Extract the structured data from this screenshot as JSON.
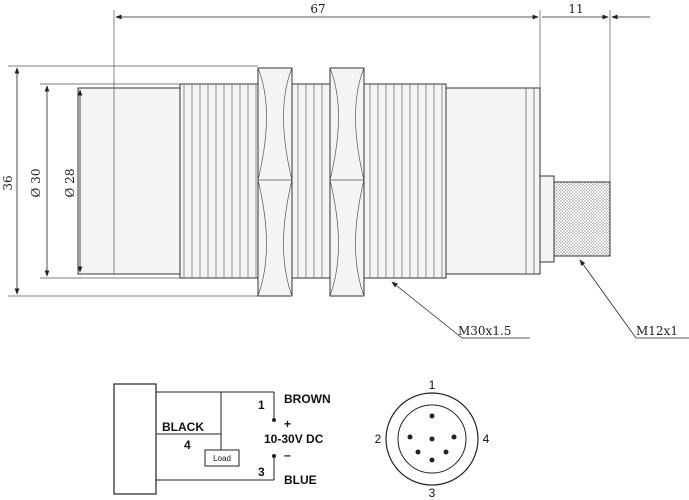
{
  "dimensions": {
    "length_total": "67",
    "connector_length": "11",
    "height_overall": "36",
    "diameter_outer": "Ø 30",
    "diameter_inner": "Ø 28",
    "thread_main": "M30x1.5",
    "thread_connector": "M12x1"
  },
  "wiring": {
    "wire_1_color": "BROWN",
    "wire_1_pin": "1",
    "wire_1_polarity": "+",
    "supply_voltage": "10-30V DC",
    "wire_3_polarity": "–",
    "wire_3_pin": "3",
    "wire_3_color": "BLUE",
    "wire_4_color": "BLACK",
    "wire_4_pin": "4",
    "load_label": "Load"
  },
  "connector_pinout": {
    "pin_top": "1",
    "pin_left": "2",
    "pin_right": "4",
    "pin_bottom": "3"
  }
}
